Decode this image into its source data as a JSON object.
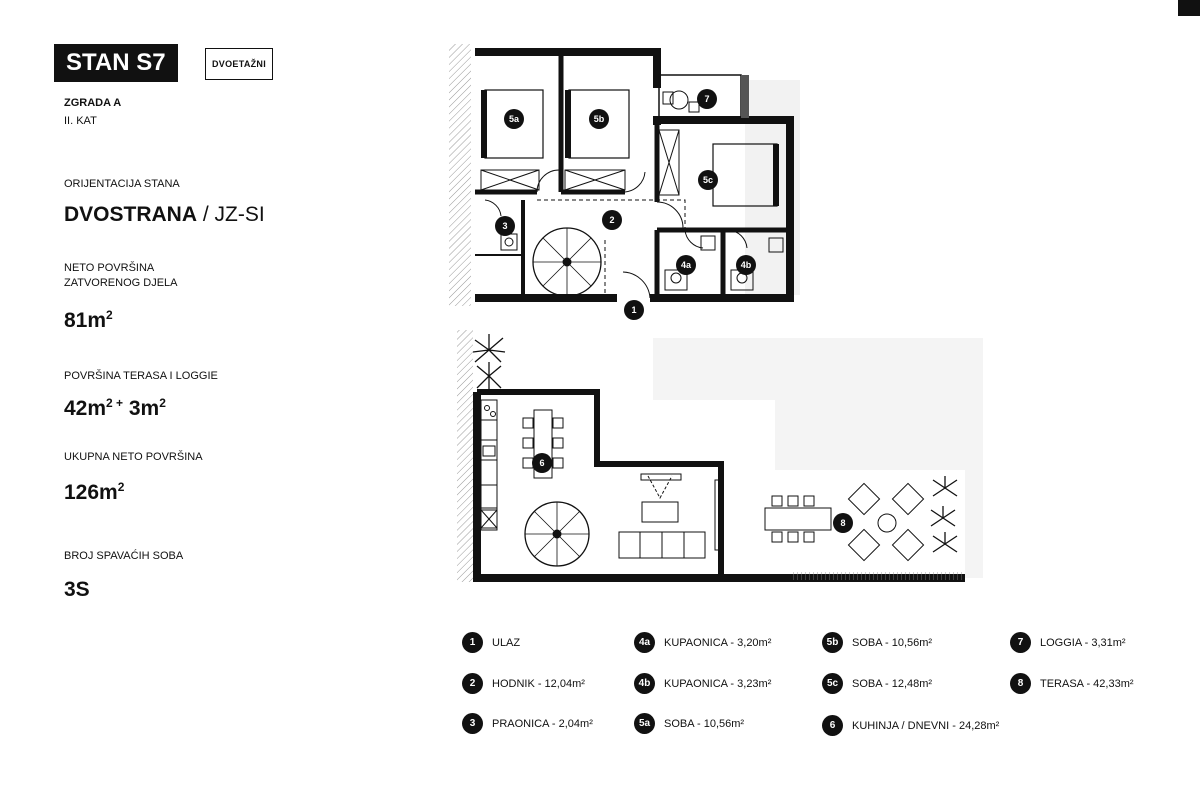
{
  "title": "STAN S7",
  "tag": "DVOETAŽNI",
  "building": "ZGRADA A",
  "floor": "II. KAT",
  "orientation": {
    "label": "ORIJENTACIJA STANA",
    "value_bold": "DVOSTRANA",
    "separator": " / ",
    "value_light": "JZ-SI"
  },
  "net_area": {
    "label_line1": "NETO POVRŠINA",
    "label_line2": "ZATVORENOG DJELA",
    "value": "81m",
    "unit_sup": "2"
  },
  "terrace_area": {
    "label": "POVRŠINA TERASA I LOGGIE",
    "value1": "42m",
    "sup1": "2 +",
    "value2": " 3m",
    "sup2": "2"
  },
  "total_area": {
    "label": "UKUPNA NETO POVRŠINA",
    "value": "126m",
    "unit_sup": "2"
  },
  "bedrooms": {
    "label": "BROJ SPAVAĆIH SOBA",
    "value": "3S"
  },
  "plan_markers": {
    "m1": "1",
    "m2": "2",
    "m3": "3",
    "m4a": "4a",
    "m4b": "4b",
    "m5a": "5a",
    "m5b": "5b",
    "m5c": "5c",
    "m6": "6",
    "m7": "7",
    "m8": "8"
  },
  "legend": [
    {
      "num": "1",
      "text": "ULAZ"
    },
    {
      "num": "2",
      "text": "HODNIK - 12,04m²"
    },
    {
      "num": "3",
      "text": "PRAONICA - 2,04m²"
    },
    {
      "num": "4a",
      "text": "KUPAONICA - 3,20m²"
    },
    {
      "num": "4b",
      "text": "KUPAONICA - 3,23m²"
    },
    {
      "num": "5a",
      "text": "SOBA - 10,56m²"
    },
    {
      "num": "5b",
      "text": "SOBA - 10,56m²"
    },
    {
      "num": "5c",
      "text": "SOBA - 12,48m²"
    },
    {
      "num": "6",
      "text": "KUHINJA / DNEVNI - 24,28m²"
    },
    {
      "num": "7",
      "text": "LOGGIA - 3,31m²"
    },
    {
      "num": "8",
      "text": "TERASA - 42,33m²"
    }
  ]
}
